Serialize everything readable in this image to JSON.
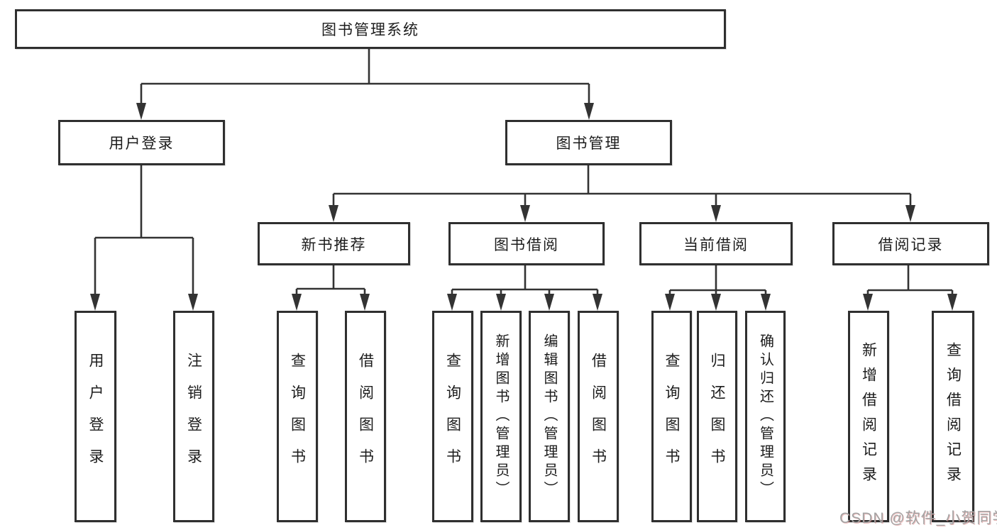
{
  "diagram": {
    "root": {
      "label": "图书管理系统"
    },
    "level1": [
      {
        "id": "user-login",
        "label": "用户登录",
        "parent": "图书管理系统"
      },
      {
        "id": "book-management",
        "label": "图书管理",
        "parent": "图书管理系统"
      }
    ],
    "level2": [
      {
        "id": "new-book-recommend",
        "label": "新书推荐",
        "parent": "图书管理"
      },
      {
        "id": "book-borrow",
        "label": "图书借阅",
        "parent": "图书管理"
      },
      {
        "id": "current-borrow",
        "label": "当前借阅",
        "parent": "图书管理"
      },
      {
        "id": "borrow-records",
        "label": "借阅记录",
        "parent": "图书管理"
      }
    ],
    "leaves": [
      {
        "label": "用户登录",
        "parent": "用户登录"
      },
      {
        "label": "注销登录",
        "parent": "用户登录"
      },
      {
        "label": "查询图书",
        "parent": "新书推荐"
      },
      {
        "label": "借阅图书",
        "parent": "新书推荐"
      },
      {
        "label": "查询图书",
        "parent": "图书借阅"
      },
      {
        "label": "新增图书（管理员）",
        "parent": "图书借阅"
      },
      {
        "label": "编辑图书（管理员）",
        "parent": "图书借阅"
      },
      {
        "label": "借阅图书",
        "parent": "图书借阅"
      },
      {
        "label": "查询图书",
        "parent": "当前借阅"
      },
      {
        "label": "归还图书",
        "parent": "当前借阅"
      },
      {
        "label": "确认归还（管理员）",
        "parent": "当前借阅"
      },
      {
        "label": "新增借阅记录",
        "parent": "借阅记录"
      },
      {
        "label": "查询借阅记录",
        "parent": "借阅记录"
      }
    ],
    "watermark": "CSDN @软件_小贺同学",
    "colors": {
      "line": "#333333",
      "box_border": "#2f2f2f",
      "text": "#1c1c1c",
      "background": "#ffffff",
      "watermark": "#a3a3a3"
    }
  }
}
